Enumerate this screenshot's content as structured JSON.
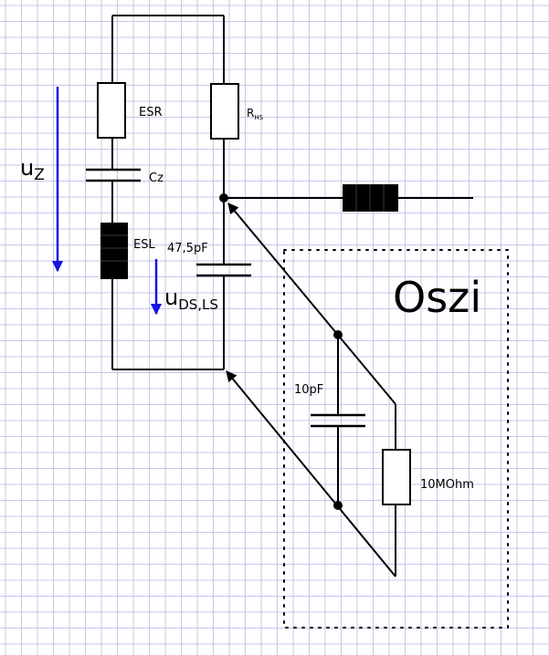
{
  "colors": {
    "grid": "#c6c6ee",
    "wire": "#000000",
    "arrow_blue": "#1515e0",
    "background": "#ffffff"
  },
  "labels": {
    "esr": "ESR",
    "rhs_main": "R",
    "rhs_sub": "HS",
    "cz": "Cz",
    "esl": "ESL",
    "cap_ds": "47,5pF",
    "uz_main": "u",
    "uz_sub": "Z",
    "uds_main": "u",
    "uds_sub": "DS,LS",
    "oszi": "Oszi",
    "cap_oszi": "10pF",
    "res_oszi": "10MOhm"
  }
}
